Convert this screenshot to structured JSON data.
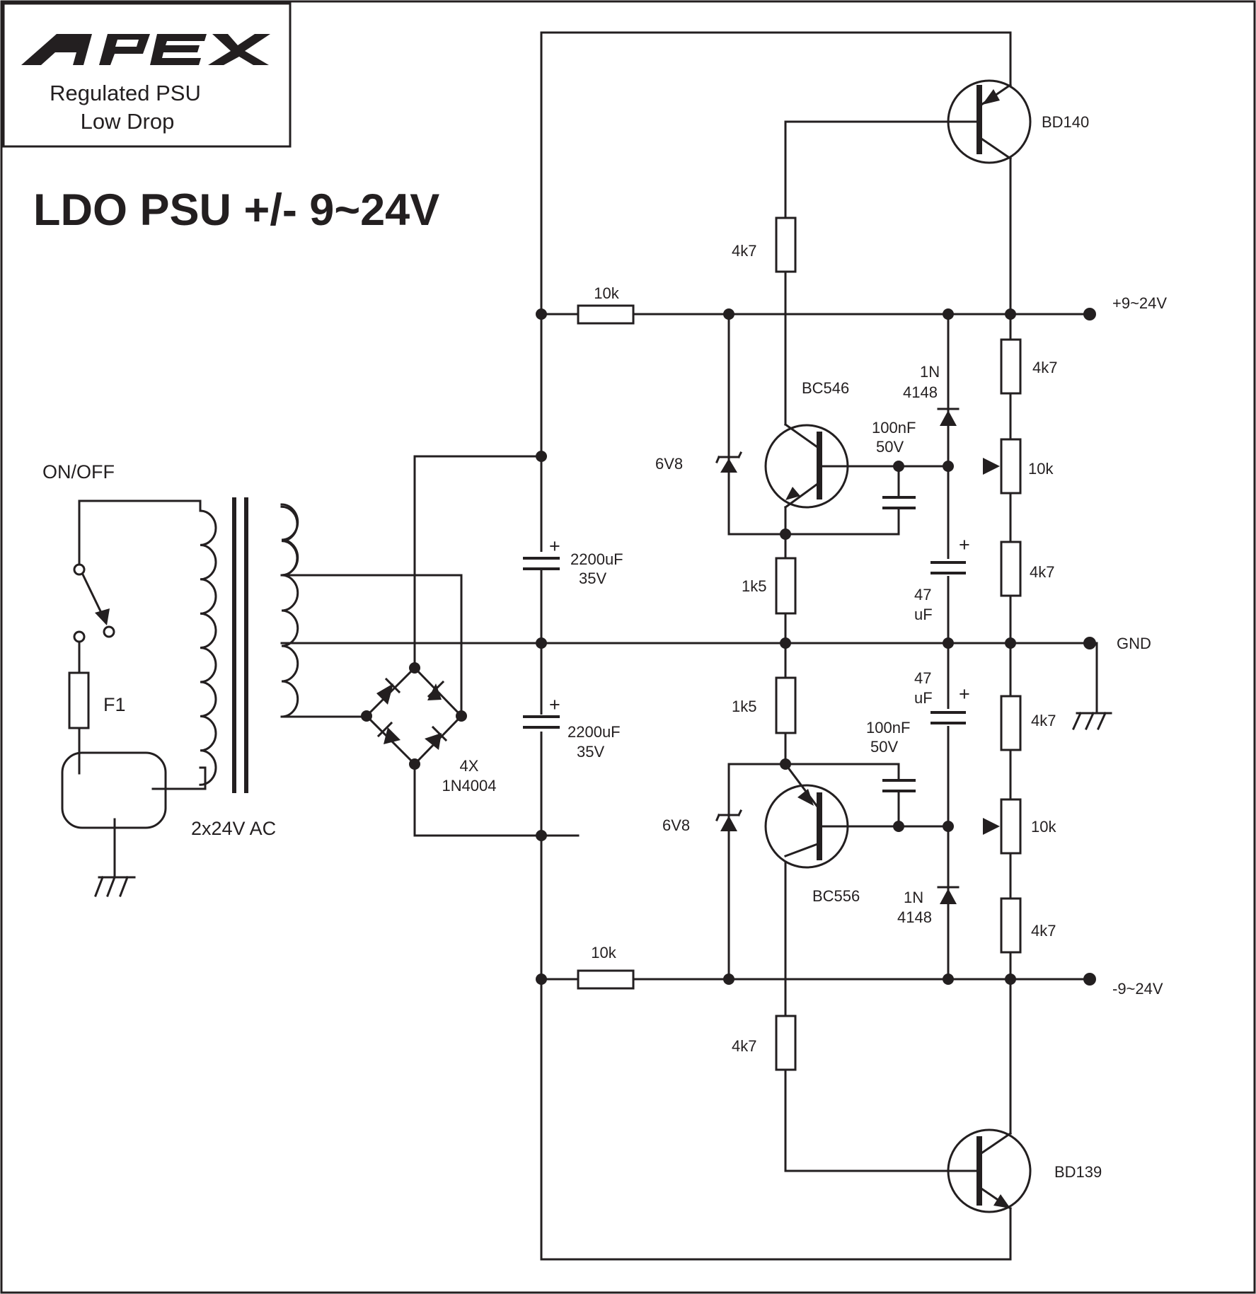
{
  "brand": {
    "logo_text": "APEX",
    "subtitle_line1": "Regulated PSU",
    "subtitle_line2": "Low Drop"
  },
  "title": "LDO PSU +/- 9~24V",
  "labels": {
    "on_off": "ON/OFF",
    "fuse": "F1",
    "transformer": "2x24V AC",
    "bridge_count": "4X",
    "bridge_part": "1N4004",
    "cap_main_top_value": "2200uF",
    "cap_main_top_voltage": "35V",
    "cap_main_bot_value": "2200uF",
    "cap_main_bot_voltage": "35V",
    "r_top_feed": "10k",
    "r_bot_feed": "10k",
    "r_top_base": "4k7",
    "r_bot_base": "4k7",
    "r_top_emitter": "1k5",
    "r_bot_emitter": "1k5",
    "zener_top": "6V8",
    "zener_bot": "6V8",
    "q_top_driver": "BC546",
    "q_bot_driver": "BC556",
    "q_top_pass": "BD140",
    "q_bot_pass": "BD139",
    "cap_top_small_value": "100nF",
    "cap_top_small_voltage": "50V",
    "cap_bot_small_value": "100nF",
    "cap_bot_small_voltage": "50V",
    "diode_top_line1": "1N",
    "diode_top_line2": "4148",
    "diode_bot_line1": "1N",
    "diode_bot_line2": "4148",
    "cap_top_47_line1": "47",
    "cap_top_47_line2": "uF",
    "cap_bot_47_line1": "47",
    "cap_bot_47_line2": "uF",
    "r_div_top_upper": "4k7",
    "pot_top": "10k",
    "r_div_top_lower": "4k7",
    "r_div_bot_upper": "4k7",
    "pot_bot": "10k",
    "r_div_bot_lower": "4k7",
    "out_positive": "+9~24V",
    "out_gnd": "GND",
    "out_negative": "-9~24V",
    "plus_sign": "+"
  }
}
